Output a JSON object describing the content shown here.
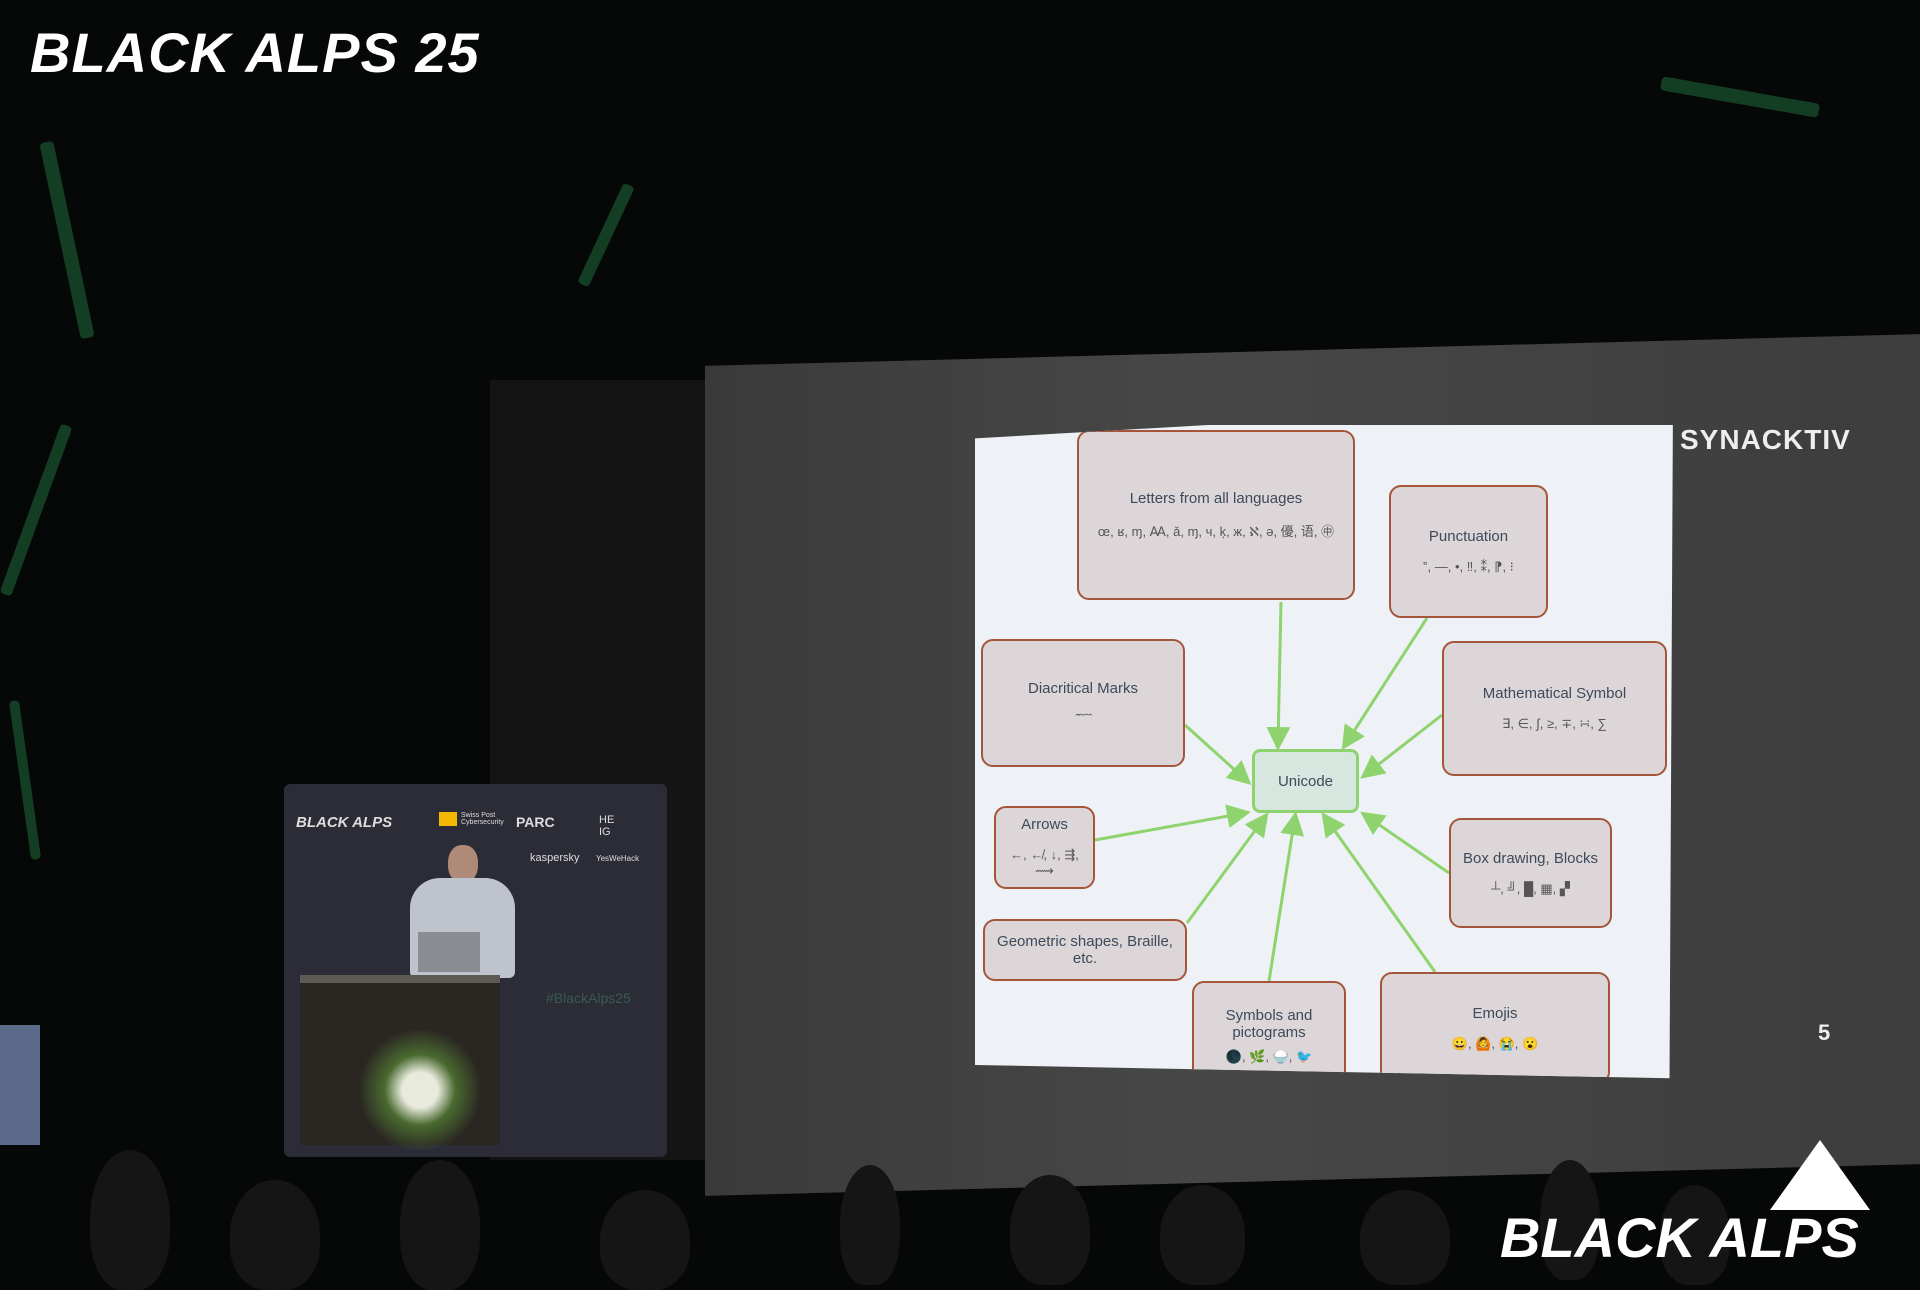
{
  "event_logo": "BLACK ALPS 25",
  "corner_logo": "BLACK ALPS",
  "slide": {
    "brand": "SYNACKTIV",
    "page_number": "5",
    "center": "Unicode",
    "boxes": [
      {
        "title": "Letters from all languages",
        "symbols": "œ, ʁ, ɱ, Ꜳ, ǎ, ɱ, ч, ķ, ж, ℵ, ә, 優, 语, ㊥"
      },
      {
        "title": "Punctuation",
        "symbols": "‟, —, •, ‼, ⁑, ⁋, ⁝"
      },
      {
        "title": "Diacritical Marks",
        "symbols": "̃ ̆ ̌ ̑ ̂"
      },
      {
        "title": "Mathematical Symbol",
        "symbols": "∃, ∈, ∫, ≥, ∓, ∺, ∑"
      },
      {
        "title": "Arrows",
        "symbols": "←, ↚, ↓, ⇶, ⟿"
      },
      {
        "title": "Box drawing, Blocks",
        "symbols": "┴, ╝, █, ▦, ▞"
      },
      {
        "title": "Geometric shapes, Braille, etc.",
        "symbols": ""
      },
      {
        "title": "Symbols and pictograms",
        "symbols": "🌑, 🌿, 🍚, 🐦"
      },
      {
        "title": "Emojis",
        "symbols": "😀, 🙆, 😭, 😮"
      }
    ]
  },
  "banner": {
    "logo": "BLACK ALPS",
    "sponsors": [
      "Swiss Post Cybersecurity",
      "PARC",
      "HE IG",
      "kaspersky",
      "YesWeHack"
    ],
    "hashtag": "#BlackAlps25"
  },
  "colors": {
    "arrow": "#8fd36e",
    "box_border": "#a4553a",
    "accent": "#e0452b"
  }
}
